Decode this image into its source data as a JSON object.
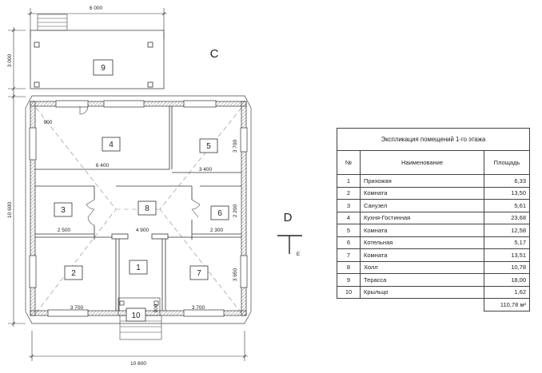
{
  "plan": {
    "dimensions": {
      "terrace_width": "6 000",
      "terrace_depth": "3 000",
      "overall_height": "10 600",
      "overall_width": "10 600",
      "door_900_top": "900",
      "door_900_bottom": "900",
      "room4_width": "6 400",
      "room5_width": "3 400",
      "room5_depth": "3 700",
      "room3_width": "2 500",
      "hall_width": "4 900",
      "room6_width": "2 300",
      "room6_depth": "2 200",
      "room2_width": "3 700",
      "room7_width": "3 700",
      "room7_depth": "3 650"
    },
    "room_numbers": [
      "1",
      "2",
      "3",
      "4",
      "5",
      "6",
      "7",
      "8",
      "9",
      "10"
    ],
    "section_labels": {
      "c": "C",
      "d": "D",
      "e": "E"
    }
  },
  "table": {
    "title": "Экспликация помещений 1-го этажа",
    "headers": [
      "№",
      "Наименование",
      "Площадь"
    ],
    "rows": [
      {
        "num": "1",
        "name": "Прихожая",
        "area": "6,33"
      },
      {
        "num": "2",
        "name": "Комната",
        "area": "13,50"
      },
      {
        "num": "3",
        "name": "Санузел",
        "area": "5,61"
      },
      {
        "num": "4",
        "name": "Кухня-Гостинная",
        "area": "23,68"
      },
      {
        "num": "5",
        "name": "Комната",
        "area": "12,58"
      },
      {
        "num": "6",
        "name": "Котельная",
        "area": "5,17"
      },
      {
        "num": "7",
        "name": "Комната",
        "area": "13,51"
      },
      {
        "num": "8",
        "name": "Холл",
        "area": "10,78"
      },
      {
        "num": "9",
        "name": "Терасса",
        "area": "18,00"
      },
      {
        "num": "10",
        "name": "Крыльцо",
        "area": "1,62"
      }
    ],
    "total": "110,78 м²"
  }
}
